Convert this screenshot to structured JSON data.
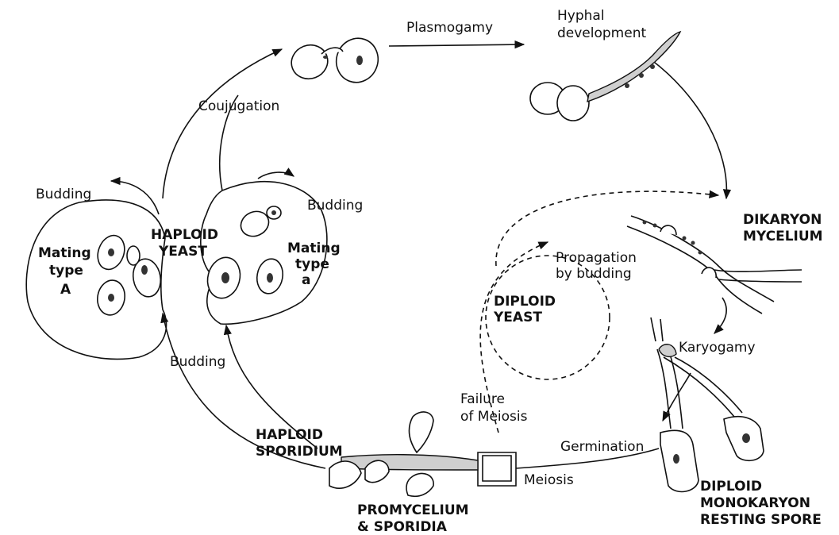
{
  "labels": {
    "conjugation": "Coujugation",
    "plasmogamy": "Plasmogamy",
    "hyphal_line1": "Hyphal",
    "hyphal_line2": "development",
    "dikaryon_line1": "DIKARYON",
    "dikaryon_line2": "MYCELIUM",
    "propagation_line1": "Propagation",
    "propagation_line2": "by budding",
    "diploid_yeast_line1": "DIPLOID",
    "diploid_yeast_line2": "YEAST",
    "karyogamy": "Karyogamy",
    "failure_line1": "Failure",
    "failure_line2": "of Meiosis",
    "germination": "Germination",
    "meiosis": "Meiosis",
    "resting_line1": "DIPLOID",
    "resting_line2": "MONOKARYON",
    "resting_line3": "RESTING SPORE",
    "promycelium_line1": "PROMYCELIUM",
    "promycelium_line2": "& SPORIDIA",
    "sporidium_line1": "HAPLOID",
    "sporidium_line2": "SPORIDIUM",
    "budding_top_left": "Budding",
    "budding_top_right": "Budding",
    "budding_bottom": "Budding",
    "haploid_yeast_line1": "HAPLOID",
    "haploid_yeast_line2": "YEAST",
    "mating_A_line1": "Mating",
    "mating_A_line2": "type",
    "mating_A_line3": "A",
    "mating_a_line1": "Mating",
    "mating_a_line2": "type",
    "mating_a_line3": "a"
  }
}
